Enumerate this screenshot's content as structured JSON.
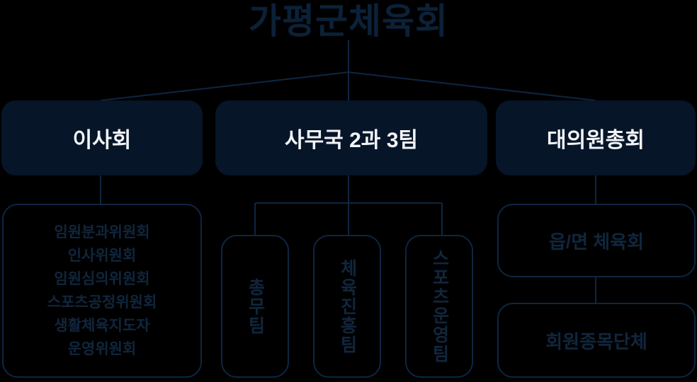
{
  "title": "가평군체육회",
  "colors": {
    "background": "#000000",
    "title_text": "#0b2138",
    "level1_fill": "#061528",
    "level1_text": "#f2f4f7",
    "level2_border": "#0d2642",
    "level2_text": "#10263d",
    "connector": "#0d2642"
  },
  "level1": {
    "board": "이사회",
    "secretariat": "사무국 2과 3팀",
    "assembly": "대의원총회"
  },
  "level2": {
    "committees": [
      "임원분과위원회",
      "인사위원회",
      "임원심의위원회",
      "스포츠공정위원회",
      "생활체육지도자",
      "운영위원회"
    ],
    "teams": [
      "총무팀",
      "체육진흥팀",
      "스포츠운영팀"
    ],
    "assembly_children": [
      "읍/면 체육회",
      "회원종목단체"
    ]
  }
}
